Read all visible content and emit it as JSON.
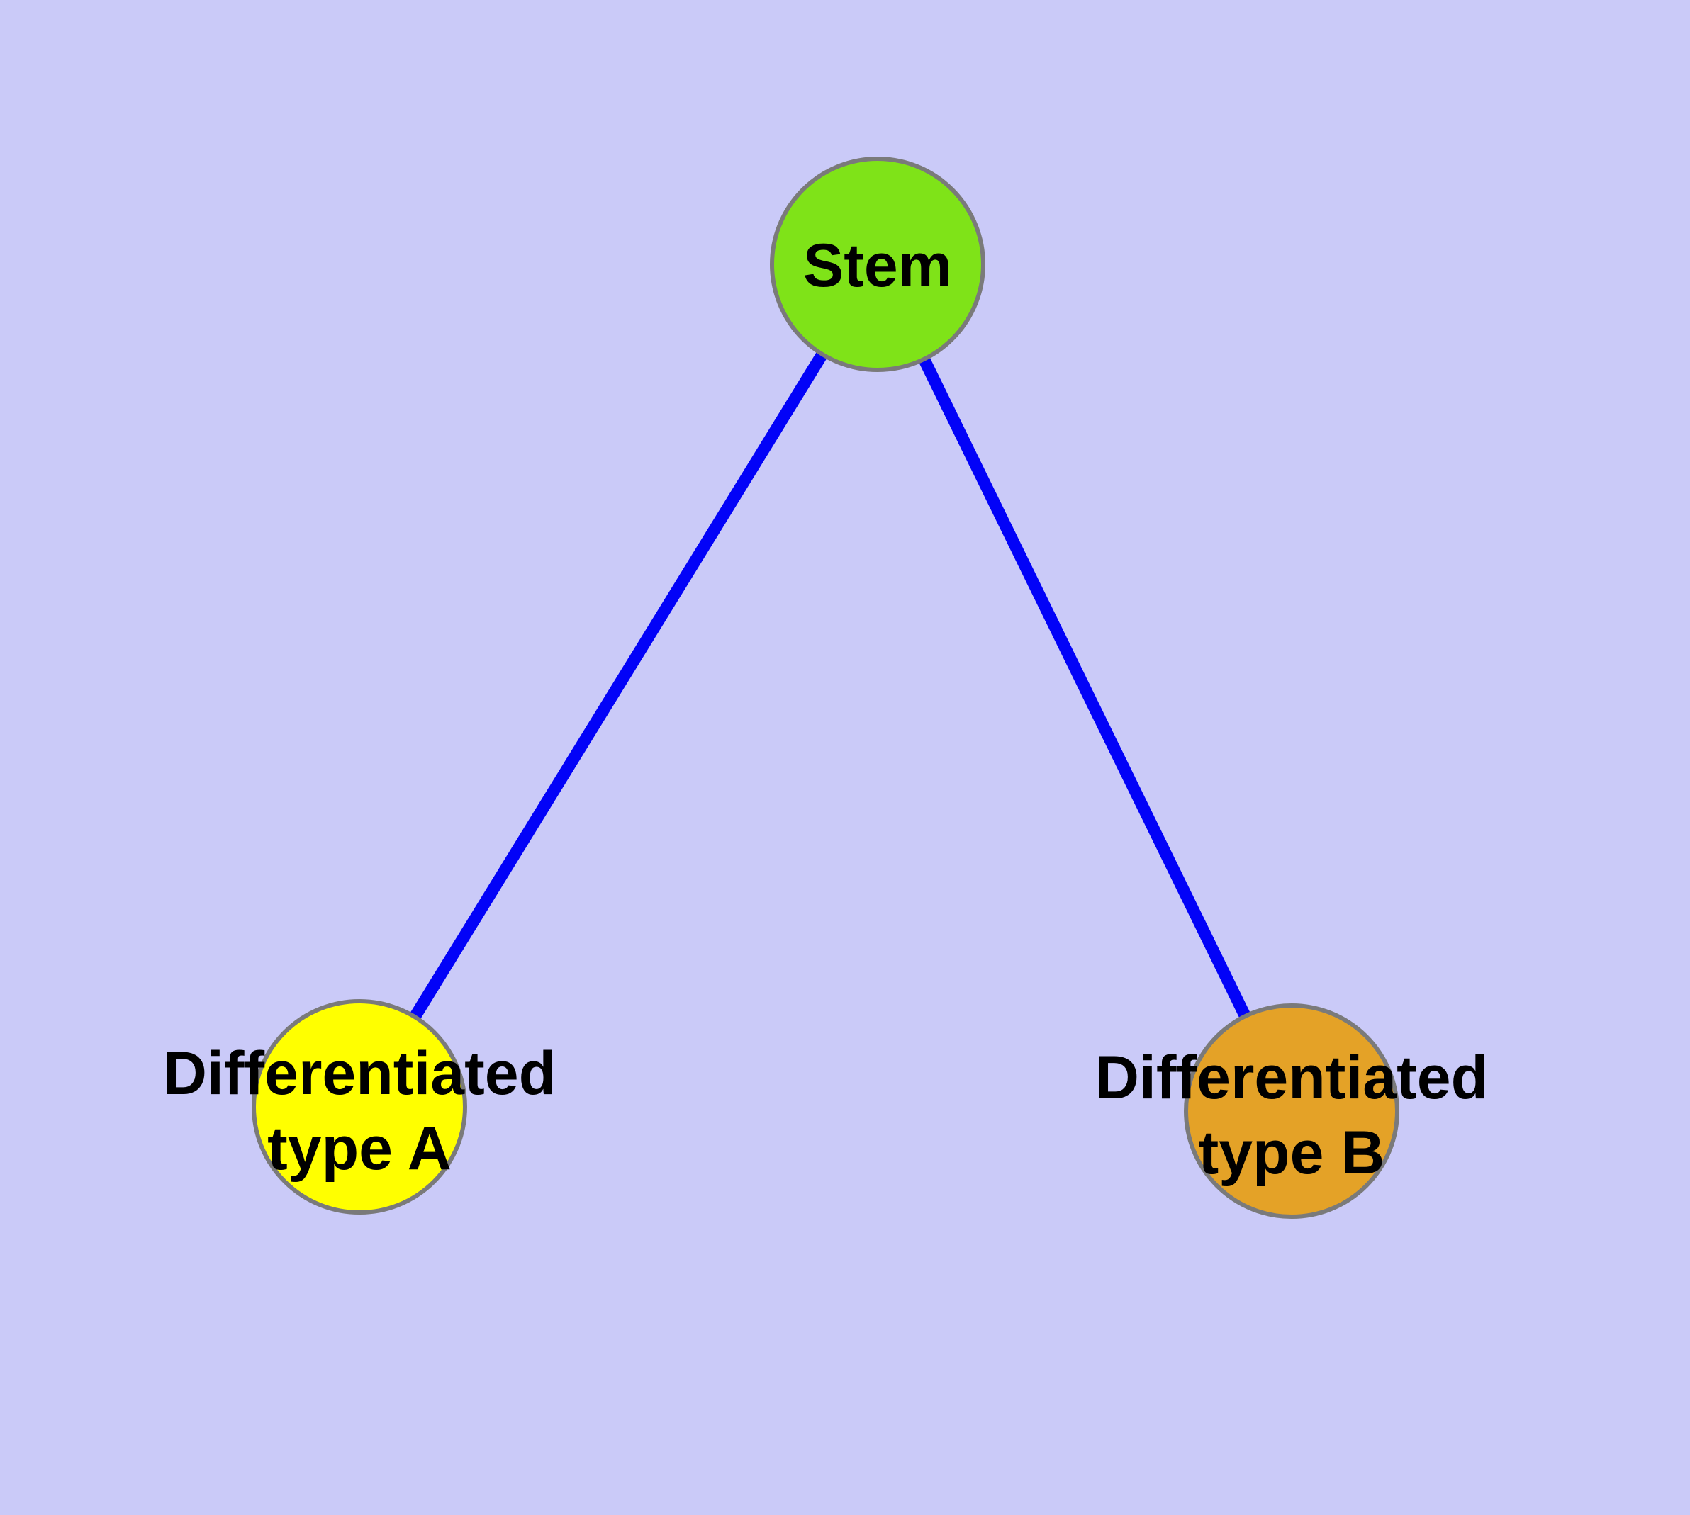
{
  "diagram": {
    "type": "node-link-graph",
    "description": "Stem cell differentiation diagram: one stem node branching to two differentiated cell type nodes"
  },
  "colors": {
    "background": "#CACAF8",
    "edge": "#0202F8",
    "node_border": "#7A7A7A",
    "label": "#000000",
    "stem_fill": "#7FE318",
    "type_a_fill": "#FFFF00",
    "type_b_fill": "#E4A227"
  },
  "nodes": [
    {
      "id": "stem",
      "label_line1": "Stem",
      "label_line2": "",
      "fill": "#7FE318"
    },
    {
      "id": "type-a",
      "label_line1": "Differentiated",
      "label_line2": "type A",
      "fill": "#FFFF00"
    },
    {
      "id": "type-b",
      "label_line1": "Differentiated",
      "label_line2": "type B",
      "fill": "#E4A227"
    }
  ],
  "edges": [
    {
      "from": "Stem",
      "to": "Differentiated type A"
    },
    {
      "from": "Stem",
      "to": "Differentiated type B"
    }
  ]
}
